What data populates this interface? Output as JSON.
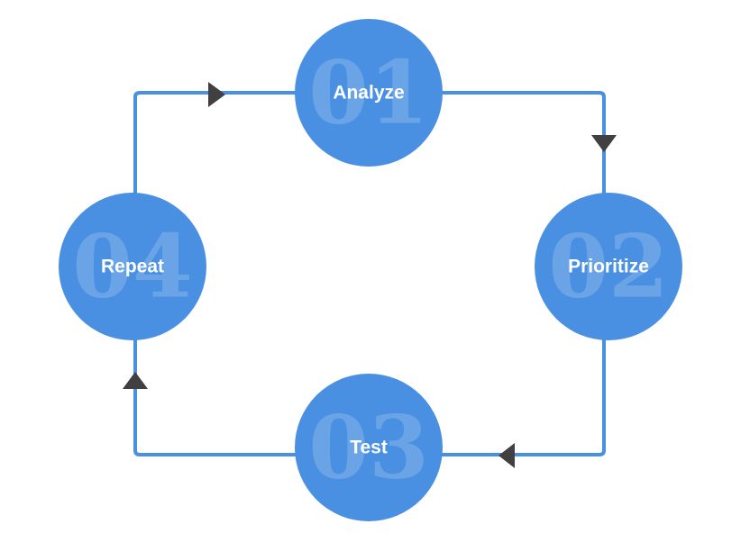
{
  "colors": {
    "node_fill": "#4A90E2",
    "connector": "#4A90E2",
    "arrow": "#404040",
    "label": "#FFFFFF"
  },
  "flow": {
    "direction": "clockwise",
    "steps": [
      {
        "number": "01",
        "label": "Analyze"
      },
      {
        "number": "02",
        "label": "Prioritize"
      },
      {
        "number": "03",
        "label": "Test"
      },
      {
        "number": "04",
        "label": "Repeat"
      }
    ]
  }
}
